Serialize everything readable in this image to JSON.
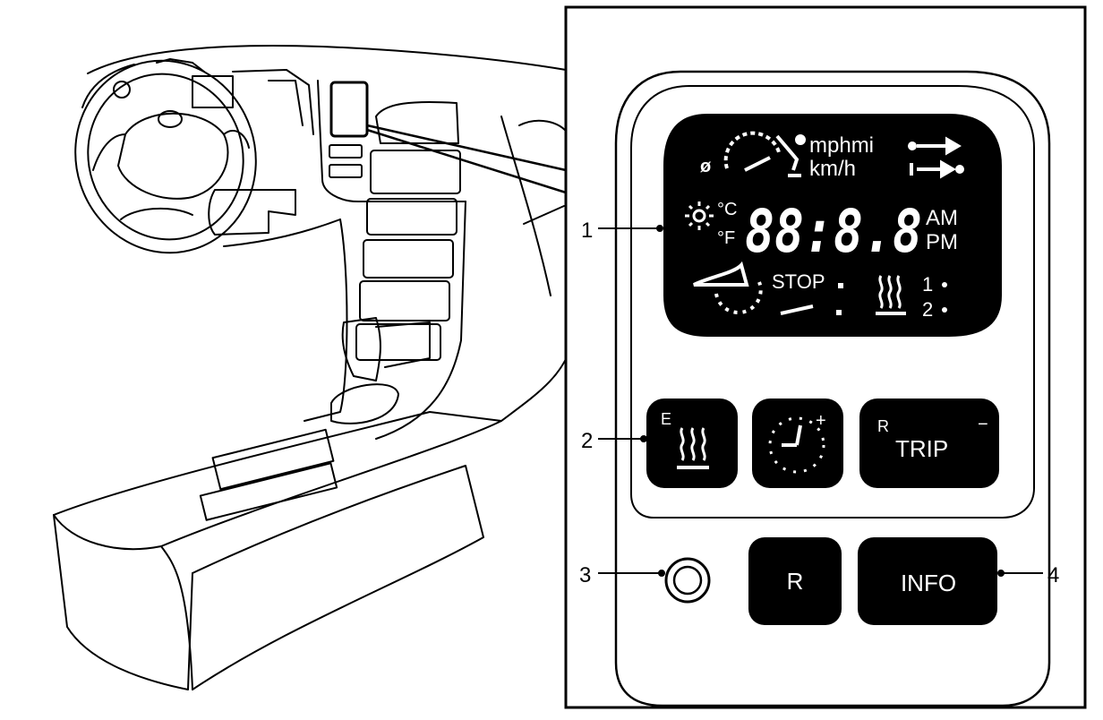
{
  "lcd": {
    "unit_mph": "mphmi",
    "unit_kmh": "km/h",
    "temp_c": "°C",
    "temp_f": "°F",
    "digits": "88:8.8",
    "am": "AM",
    "pm": "PM",
    "stop": "STOP",
    "level_1": "1",
    "level_2": "2"
  },
  "buttons": {
    "heater_e": "E",
    "clock_plus": "+",
    "trip_r": "R",
    "trip_label": "TRIP",
    "trip_minus": "−",
    "r_label": "R",
    "info_label": "INFO"
  },
  "callouts": {
    "c1": "1",
    "c2": "2",
    "c3": "3",
    "c4": "4"
  },
  "icons": {
    "lcd": [
      "zero-icon",
      "speedometer-icon",
      "wrench-icon",
      "arrow-right-icon",
      "arrow-start-icon",
      "sun-icon",
      "stopwatch-icon",
      "seat-heater-icon"
    ],
    "buttons": [
      "seat-heater-icon",
      "clock-icon"
    ]
  },
  "colors": {
    "line": "#000000",
    "lcd_background": "#000000",
    "lcd_text": "#ffffff",
    "panel": "#ffffff"
  }
}
